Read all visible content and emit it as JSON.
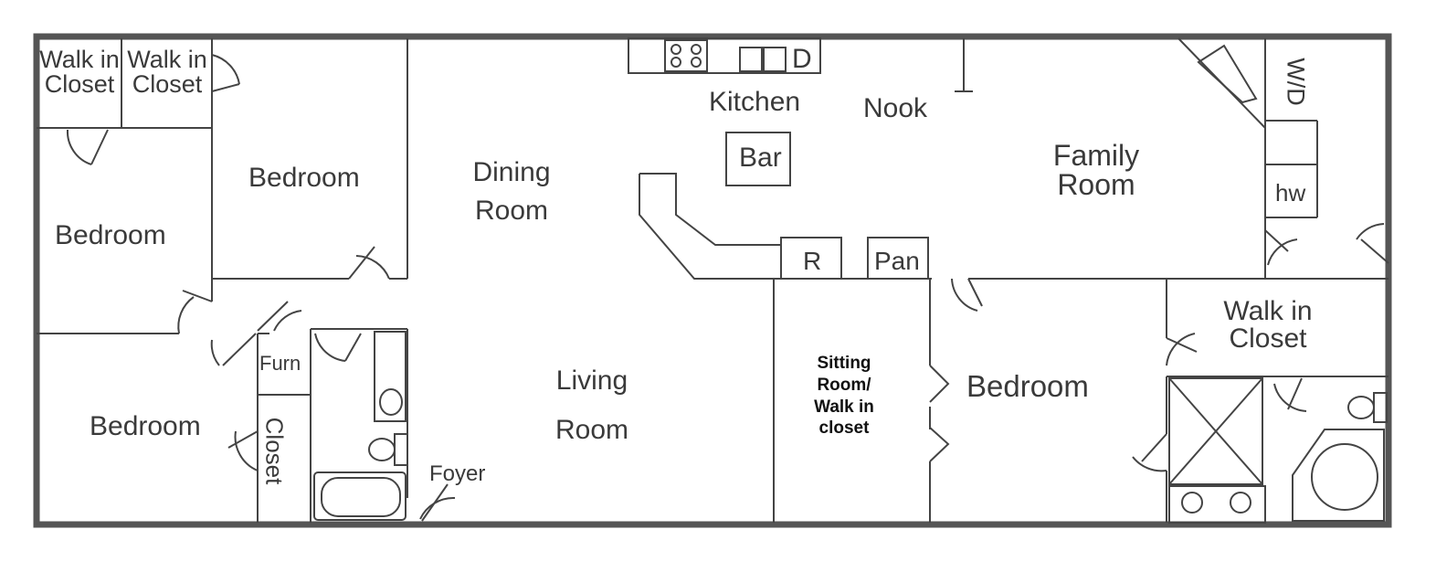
{
  "rooms": {
    "walk_in_closet_1": "Walk in Closet",
    "walk_in_closet_2": "Walk in Closet",
    "bedroom_nw": "Bedroom",
    "bedroom_w": "Bedroom",
    "bedroom_sw": "Bedroom",
    "dining_room": "Dining Room",
    "kitchen": "Kitchen",
    "bar": "Bar",
    "nook": "Nook",
    "family_room": "Family Room",
    "wd": "W/D",
    "hw": "hw",
    "refrigerator": "R",
    "pantry": "Pan",
    "living_room": "Living Room",
    "furnace": "Furn",
    "closet": "Closet",
    "foyer": "Foyer",
    "sitting_room": "Sitting Room/ Walk in closet",
    "bedroom_master": "Bedroom",
    "walk_in_closet_master": "Walk in Closet",
    "dishwasher": "D"
  },
  "colors": {
    "wall": "#555555",
    "line": "#444444",
    "text": "#3a3a3a"
  }
}
